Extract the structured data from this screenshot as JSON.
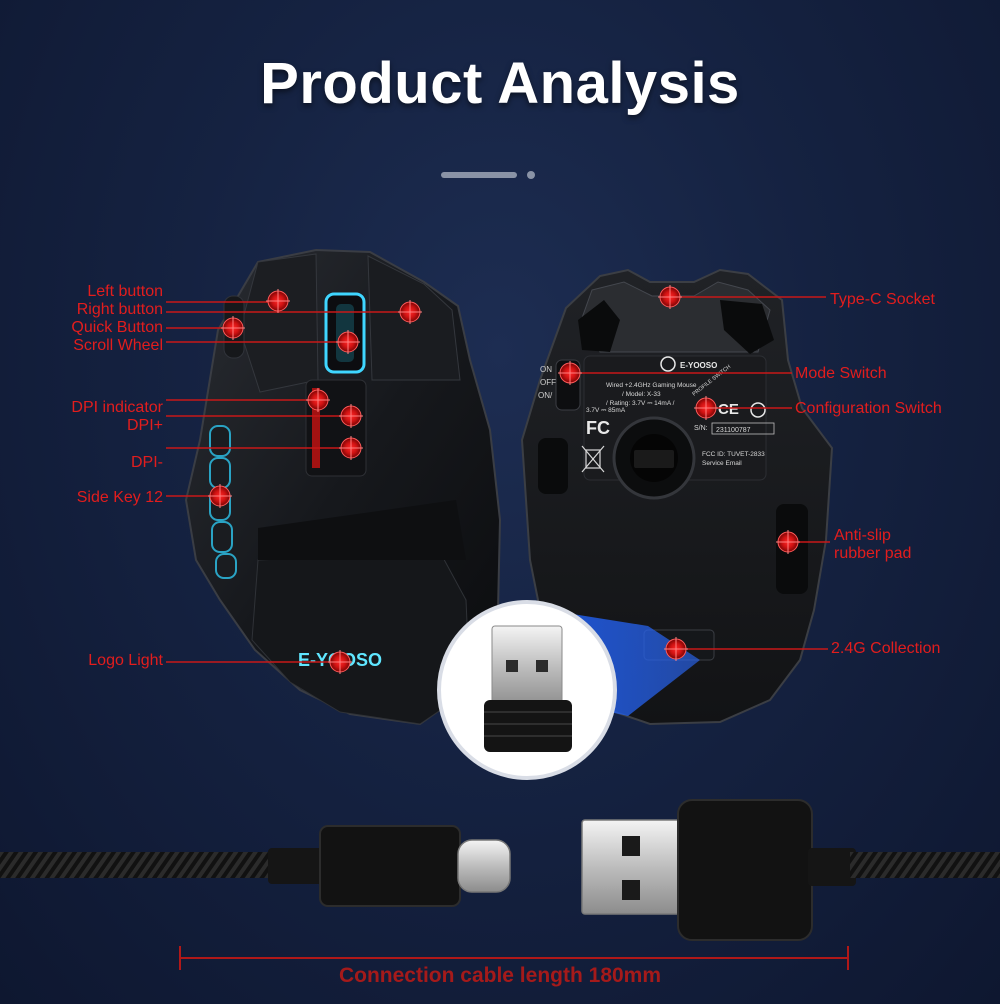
{
  "title": "Product Analysis",
  "labels": {
    "left_button": "Left button",
    "right_button": "Right button",
    "quick_button": "Quick Button",
    "scroll_wheel": "Scroll Wheel",
    "dpi_indicator": "DPI indicator",
    "dpi_plus": "DPI+",
    "dpi_minus": "DPI-",
    "side_key": "Side Key 12",
    "logo_light": "Logo Light",
    "type_c_socket": "Type-C Socket",
    "mode_switch": "Mode Switch",
    "configuration_switch": "Configuration Switch",
    "anti_slip_line1": "Anti-slip",
    "anti_slip_line2": "rubber pad",
    "collection_24g": "2.4G Collection"
  },
  "mouse_bottom": {
    "brand": "E-YOOSO",
    "switch_on": "ON",
    "switch_off": "OFF",
    "switch_on2": "ON/",
    "product_line": "Wired +2.4GHz Gaming Mouse",
    "model": "/ Model: X-33",
    "rating": "/ Rating: 3.7V ⎓ 14mA /",
    "current": "3.7V ⎓ 85mA",
    "sn_label": "S/N:",
    "sn_value": "231100787",
    "fcc_id": "FCC ID: TUVET-2833",
    "service": "Service Email",
    "profile_switch": "PROFILE SWITCH"
  },
  "logo_text": "E-YOOSO",
  "cable_caption": "Connection cable length 180mm",
  "colors": {
    "accent_red": "#e21d1d",
    "glow_cyan": "#3fd6ff",
    "background": "#152241"
  }
}
